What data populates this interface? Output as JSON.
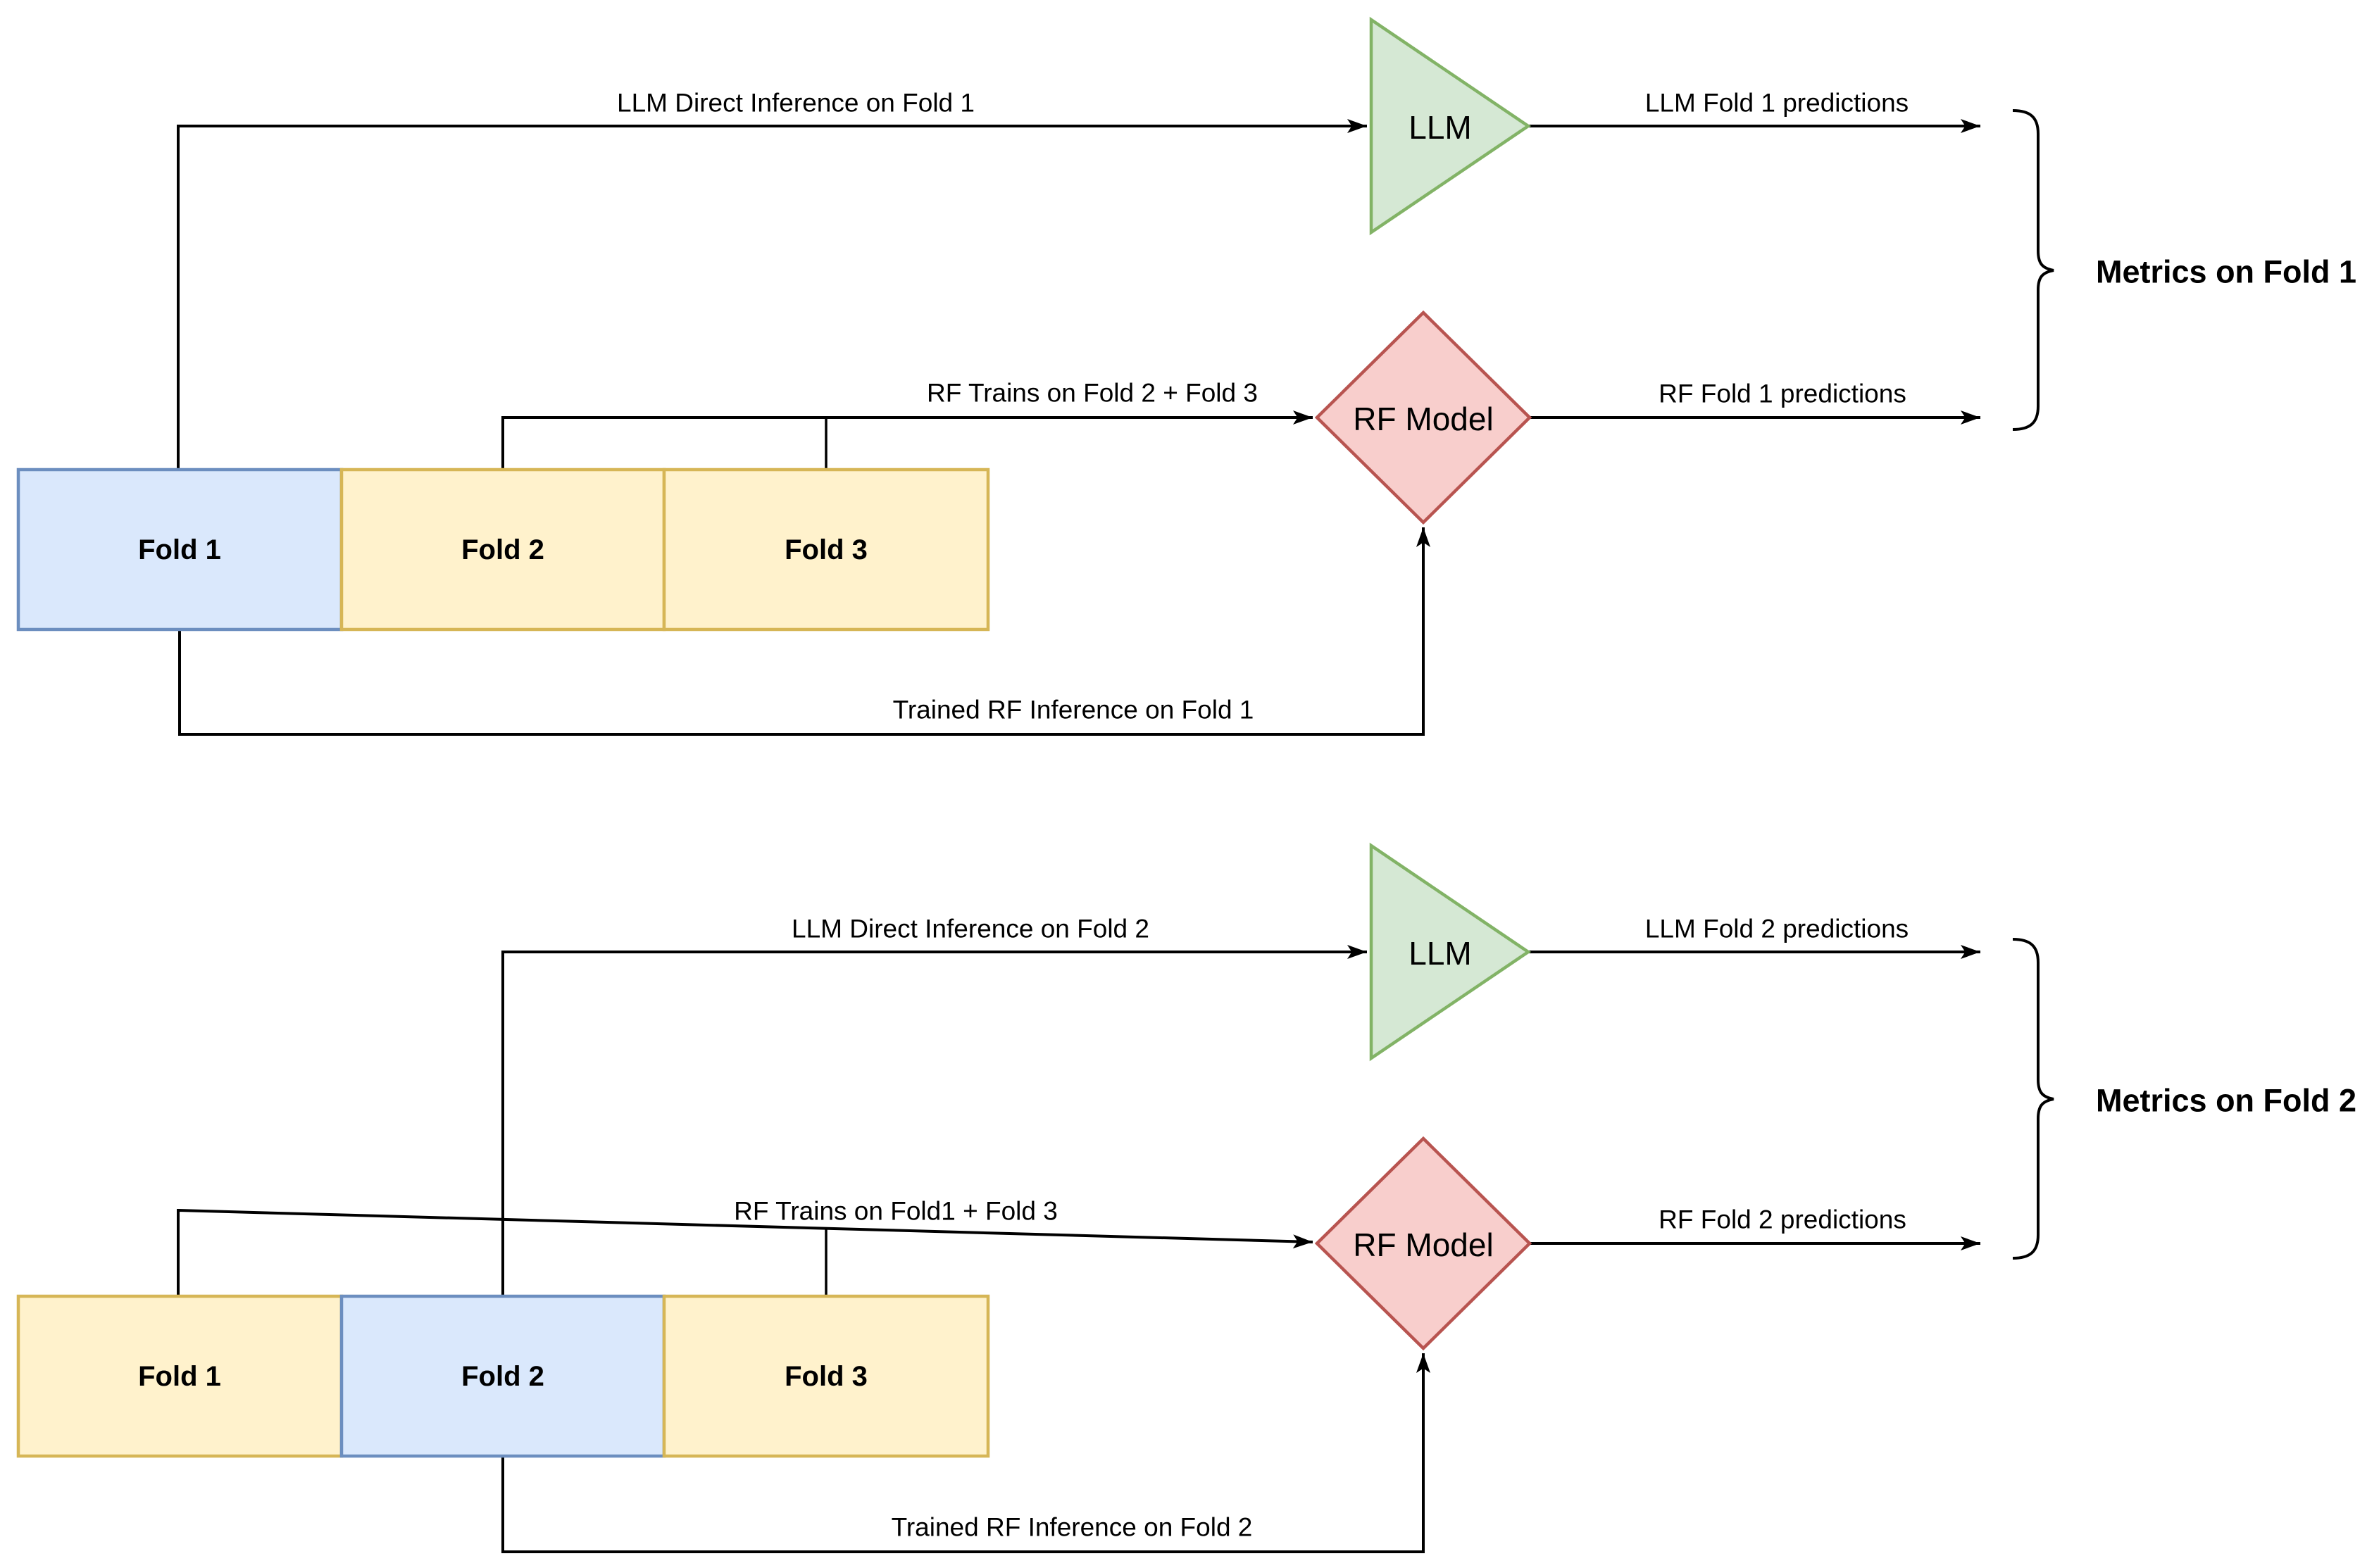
{
  "colors": {
    "background": "#ffffff",
    "line": "#000000",
    "active_fold_fill": "#dae8fc",
    "active_fold_border": "#6c8ebf",
    "train_fold_fill": "#fff2cc",
    "train_fold_border": "#d6b656",
    "llm_fill": "#d5e8d4",
    "llm_border": "#82b366",
    "rf_fill": "#f8cecc",
    "rf_border": "#b85450"
  },
  "sections": [
    {
      "id": "fold-1-cross-validation",
      "folds": [
        {
          "label": "Fold 1",
          "role": "held-out"
        },
        {
          "label": "Fold 2",
          "role": "train"
        },
        {
          "label": "Fold 3",
          "role": "train"
        }
      ],
      "llm_node_label": "LLM",
      "rf_node_label": "RF Model",
      "edges": {
        "llm_inference": "LLM Direct Inference on Fold 1",
        "llm_predictions": "LLM Fold 1 predictions",
        "rf_trains": "RF Trains on Fold 2 + Fold 3",
        "rf_predictions": "RF Fold 1 predictions",
        "trained_rf_inference": "Trained RF Inference on Fold 1"
      },
      "metrics_label": "Metrics on Fold 1"
    },
    {
      "id": "fold-2-cross-validation",
      "folds": [
        {
          "label": "Fold 1",
          "role": "train"
        },
        {
          "label": "Fold 2",
          "role": "held-out"
        },
        {
          "label": "Fold 3",
          "role": "train"
        }
      ],
      "llm_node_label": "LLM",
      "rf_node_label": "RF Model",
      "edges": {
        "llm_inference": "LLM Direct Inference on Fold 2",
        "llm_predictions": "LLM Fold 2 predictions",
        "rf_trains": "RF Trains on Fold1 + Fold 3",
        "rf_predictions": "RF Fold 2 predictions",
        "trained_rf_inference": "Trained RF Inference on Fold 2"
      },
      "metrics_label": "Metrics on Fold 2"
    }
  ]
}
